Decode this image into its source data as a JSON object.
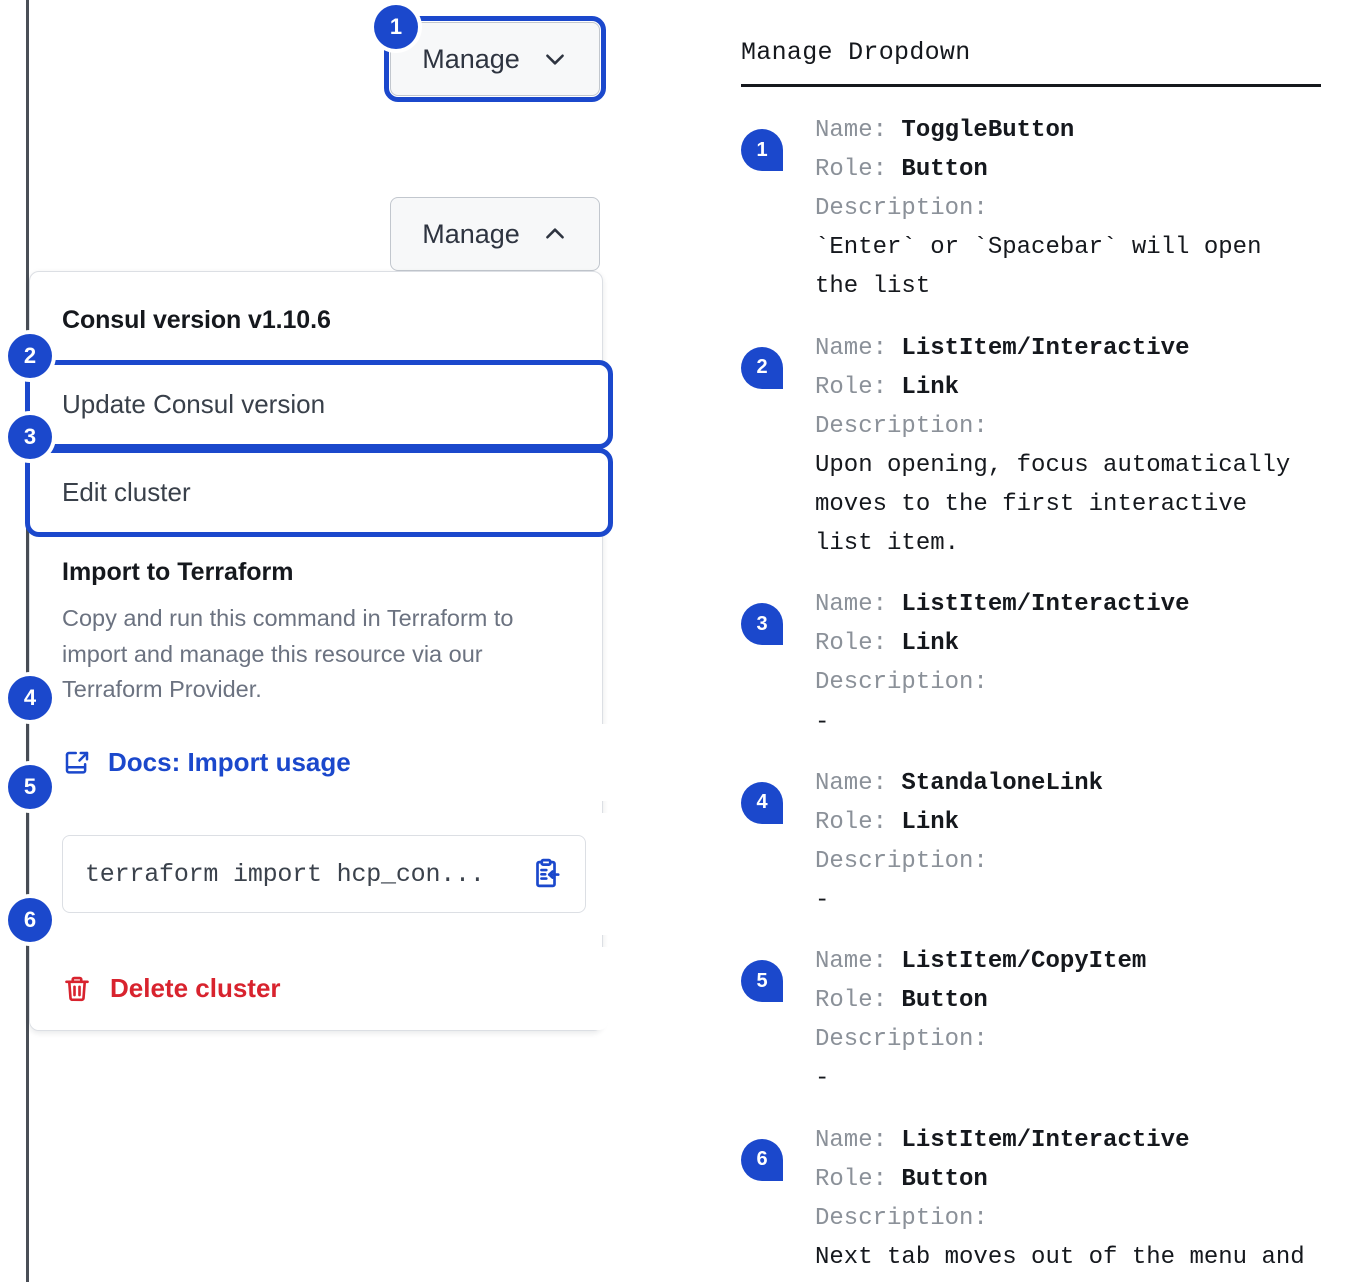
{
  "left_panel": {
    "toggle_closed": {
      "label": "Manage",
      "icon": "chevron-down-icon",
      "badge": "1"
    },
    "toggle_open": {
      "label": "Manage",
      "icon": "chevron-up-icon"
    },
    "dropdown": {
      "section_heading": "Consul version v1.10.6",
      "items": [
        {
          "badge": "2",
          "label": "Update Consul version"
        },
        {
          "badge": "3",
          "label": "Edit cluster"
        }
      ],
      "terraform": {
        "title": "Import to Terraform",
        "description": "Copy and run this command in Terraform to import and manage this resource via our Terraform Provider.",
        "docs_link": {
          "badge": "4",
          "label": "Docs: Import usage",
          "icon": "docs-external-link-icon"
        },
        "command": {
          "badge": "5",
          "value": "terraform import hcp_con...",
          "copy_icon": "copy-to-clipboard-icon"
        }
      },
      "delete": {
        "badge": "6",
        "label": "Delete cluster",
        "icon": "trash-icon"
      }
    }
  },
  "notes": {
    "title": "Manage Dropdown",
    "labels": {
      "name": "Name:",
      "role": "Role:",
      "description": "Description:"
    },
    "entries": [
      {
        "badge": "1",
        "name": "ToggleButton",
        "role": "Button",
        "description": "`Enter` or `Spacebar` will open\nthe list"
      },
      {
        "badge": "2",
        "name": "ListItem/Interactive",
        "role": "Link",
        "description": "Upon opening, focus automatically\nmoves to the first interactive\nlist item."
      },
      {
        "badge": "3",
        "name": "ListItem/Interactive",
        "role": "Link",
        "description": "-"
      },
      {
        "badge": "4",
        "name": "StandaloneLink",
        "role": "Link",
        "description": "-"
      },
      {
        "badge": "5",
        "name": "ListItem/CopyItem",
        "role": "Button",
        "description": "-"
      },
      {
        "badge": "6",
        "name": "ListItem/Interactive",
        "role": "Button",
        "description": "Next tab moves out of the menu and\nto the next focusable element"
      }
    ]
  },
  "colors": {
    "focus_blue": "#1b48cc",
    "link_blue": "#1b48cc",
    "danger_red": "#d8232e",
    "muted_text": "#6b7280",
    "heading_text": "#15181d"
  }
}
